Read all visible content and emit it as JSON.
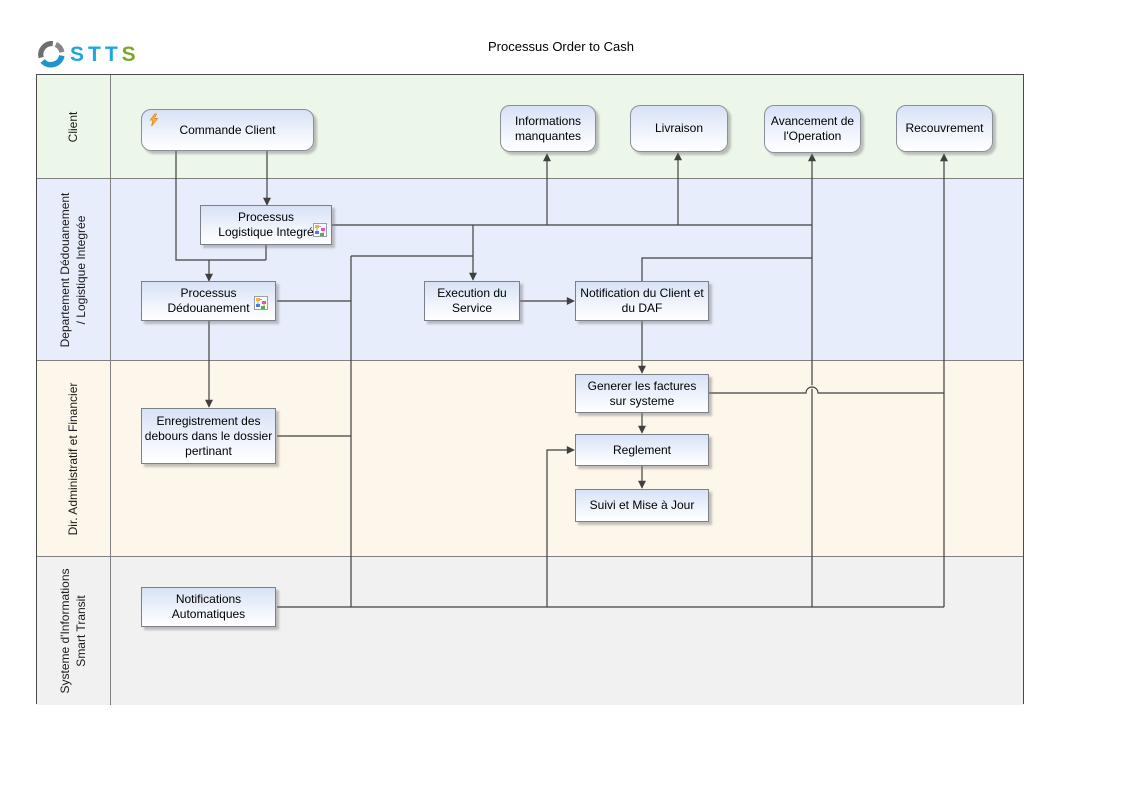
{
  "header": {
    "title": "Processus Order to Cash",
    "logo": {
      "text_blue": "STT",
      "text_green": "S",
      "mark": "swirl-globe-icon"
    }
  },
  "lanes": [
    {
      "id": "client",
      "label_lines": [
        "Client"
      ],
      "bg": "#ecf7ea"
    },
    {
      "id": "departement-dedouanement-logistique",
      "label_lines": [
        "Departement Dédouanement",
        "/ Logistique Integrée"
      ],
      "bg": "#e7edfb"
    },
    {
      "id": "dir-administratif-financier",
      "label_lines": [
        "Dir. Administratif et Financier"
      ],
      "bg": "#fdf6ea"
    },
    {
      "id": "systeme-informations-smart-transit",
      "label_lines": [
        "Systeme d'Informations",
        "Smart Transit"
      ],
      "bg": "#f1f1f1"
    }
  ],
  "nodes": {
    "commande_client": {
      "label": "Commande Client",
      "icon": "lightning-icon",
      "shape": "rounded"
    },
    "informations_manquantes": {
      "label": "Informations manquantes",
      "shape": "rounded"
    },
    "livraison": {
      "label": "Livraison",
      "shape": "rounded"
    },
    "avancement_operation": {
      "label": "Avancement de l'Operation",
      "shape": "rounded"
    },
    "recouvrement": {
      "label": "Recouvrement",
      "shape": "rounded"
    },
    "processus_logistique": {
      "label": "Processus Logistique Integré",
      "icon": "subprocess-icon",
      "shape": "rect"
    },
    "processus_dedouanement": {
      "label": "Processus Dédouanement",
      "icon": "subprocess-icon",
      "shape": "rect"
    },
    "execution_service": {
      "label": "Execution du Service",
      "shape": "rect"
    },
    "notification_client_daf": {
      "label": "Notification du Client et du DAF",
      "shape": "rect"
    },
    "generer_factures": {
      "label": "Generer les factures sur systeme",
      "shape": "rect"
    },
    "enregistrement_debours": {
      "label": "Enregistrement des debours dans le dossier pertinant",
      "shape": "rect"
    },
    "reglement": {
      "label": "Reglement",
      "shape": "rect"
    },
    "suivi_mise_a_jour": {
      "label": "Suivi et Mise à Jour",
      "shape": "rect"
    },
    "notifications_automatiques": {
      "label": "Notifications Automatiques",
      "shape": "rect"
    }
  },
  "colors": {
    "lane_client_bg": "#ecf7ea",
    "lane_departement_bg": "#e7edfb",
    "lane_daf_bg": "#fdf6ea",
    "lane_systeme_bg": "#f1f1f1",
    "node_gradient_top": "#d7e2f6",
    "node_border": "#7b7f87",
    "connector": "#404040",
    "logo_blue": "#23a5da",
    "logo_green": "#7fa62c",
    "lightning_orange": "#f9a825"
  }
}
